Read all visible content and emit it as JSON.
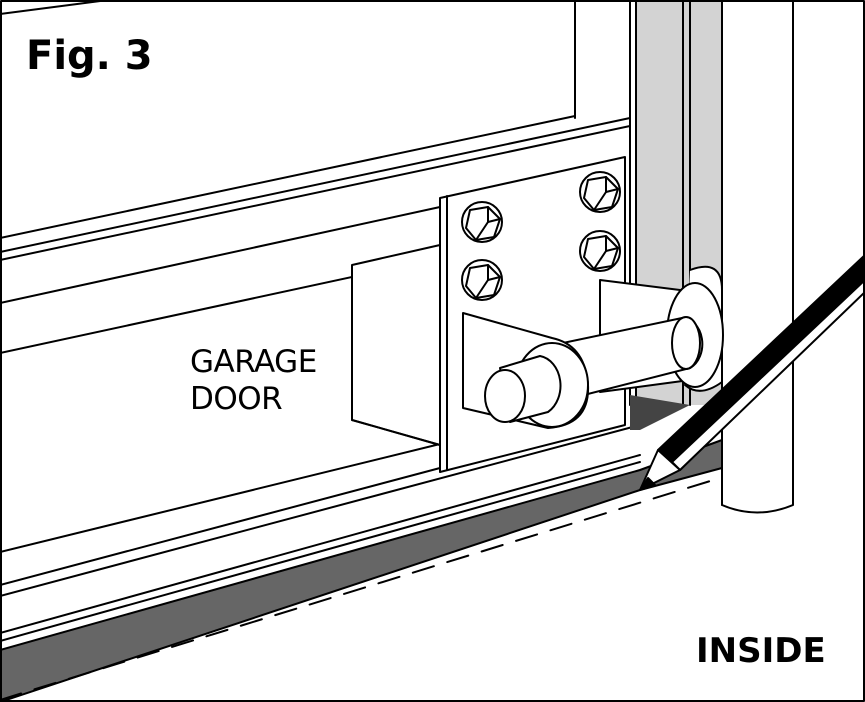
{
  "figure": {
    "title": "Fig. 3"
  },
  "labels": {
    "door_line1": "GARAGE",
    "door_line2": "DOOR",
    "side": "INSIDE"
  },
  "colors": {
    "ink": "#000000",
    "paper": "#ffffff",
    "track_gray": "#d3d3d3",
    "floor_dark": "#666666"
  },
  "icons": {
    "pencil": "pencil-icon",
    "bolt": "hex-bolt-icon"
  }
}
